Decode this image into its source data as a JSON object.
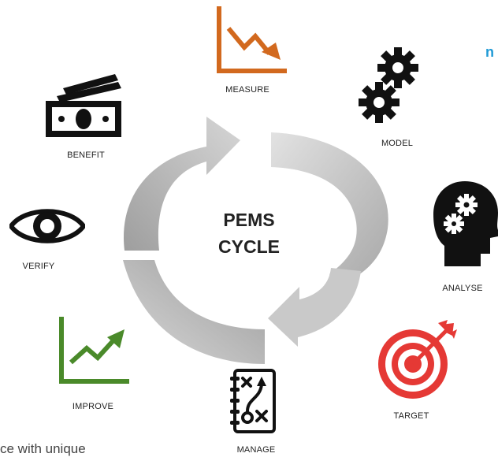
{
  "heading_fragment": "n",
  "body_fragment": "ce with unique",
  "center": {
    "line1": "PEMS",
    "line2": "CYCLE"
  },
  "steps": [
    {
      "label": "MEASURE",
      "icon": "declining-chart-icon",
      "color": "#d2691e"
    },
    {
      "label": "MODEL",
      "icon": "gears-icon",
      "color": "#111111"
    },
    {
      "label": "ANALYSE",
      "icon": "head-gears-icon",
      "color": "#111111"
    },
    {
      "label": "TARGET",
      "icon": "target-icon",
      "color": "#e53935"
    },
    {
      "label": "MANAGE",
      "icon": "playbook-icon",
      "color": "#111111"
    },
    {
      "label": "IMPROVE",
      "icon": "rising-chart-icon",
      "color": "#4a8a2a"
    },
    {
      "label": "VERIFY",
      "icon": "eye-icon",
      "color": "#111111"
    },
    {
      "label": "BENEFIT",
      "icon": "money-icon",
      "color": "#111111"
    }
  ],
  "arrow_color": "#c8c8c8"
}
